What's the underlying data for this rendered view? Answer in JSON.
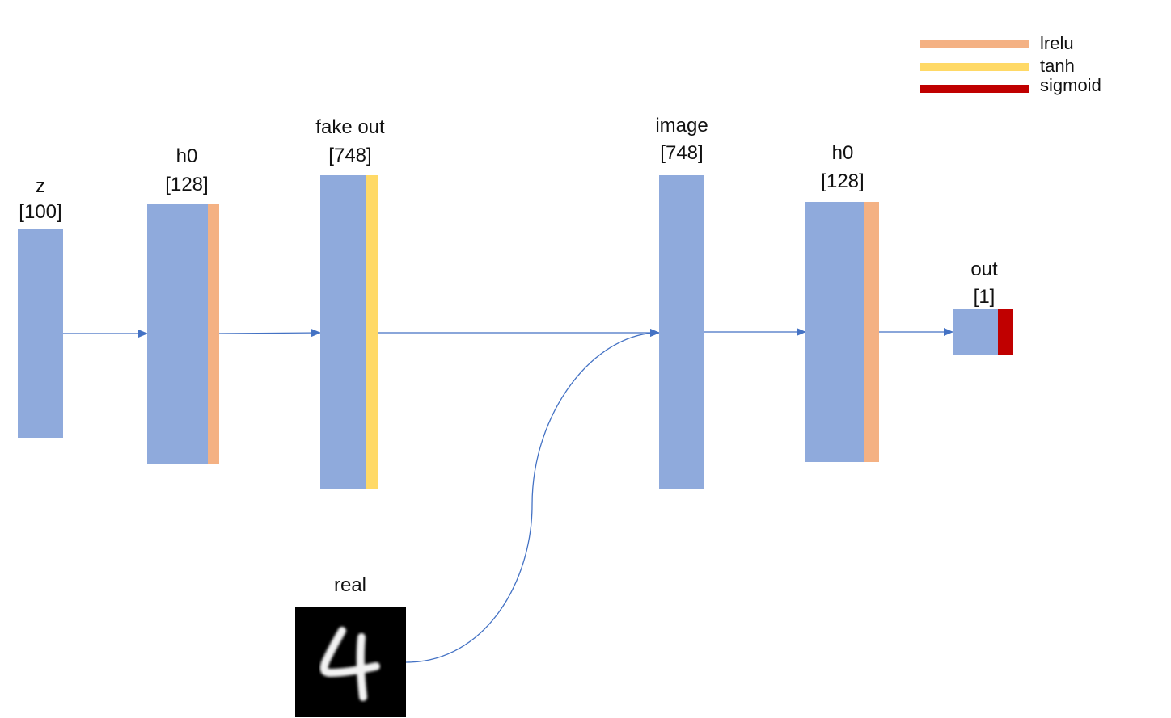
{
  "legend": [
    {
      "label": "lrelu",
      "color": "#F4B183"
    },
    {
      "label": "tanh",
      "color": "#FFD966"
    },
    {
      "label": "sigmoid",
      "color": "#C00000"
    }
  ],
  "colors": {
    "layer": "#8FAADC",
    "arrow": "#4472C4"
  },
  "generator": {
    "z": {
      "name": "z",
      "size": "[100]"
    },
    "h0": {
      "name": "h0",
      "size": "[128]",
      "activation": "lrelu"
    },
    "fake_out": {
      "name": "fake out",
      "size": "[748]",
      "activation": "tanh"
    }
  },
  "discriminator": {
    "image": {
      "name": "image",
      "size": "[748]"
    },
    "h0": {
      "name": "h0",
      "size": "[128]",
      "activation": "lrelu"
    },
    "out": {
      "name": "out",
      "size": "[1]",
      "activation": "sigmoid"
    }
  },
  "real": {
    "name": "real",
    "image": "handwritten-digit-4-icon"
  }
}
